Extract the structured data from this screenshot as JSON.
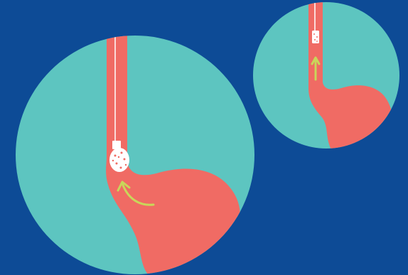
{
  "colors": {
    "background": "#0d4b96",
    "circle_fill": "#5dc5c0",
    "esophagus_stomach": "#f06b64",
    "device_white": "#ffffff",
    "arrow_green": "#c9d65a"
  },
  "panels": [
    {
      "name": "large-view",
      "depicts": [
        "esophagus-tube",
        "stomach",
        "capsule-device",
        "tether-line",
        "curved-arrow"
      ],
      "arrow_direction": "up-left"
    },
    {
      "name": "small-view",
      "depicts": [
        "esophagus-tube",
        "stomach",
        "capsule-device",
        "tether-line",
        "straight-arrow"
      ],
      "arrow_direction": "up"
    }
  ]
}
